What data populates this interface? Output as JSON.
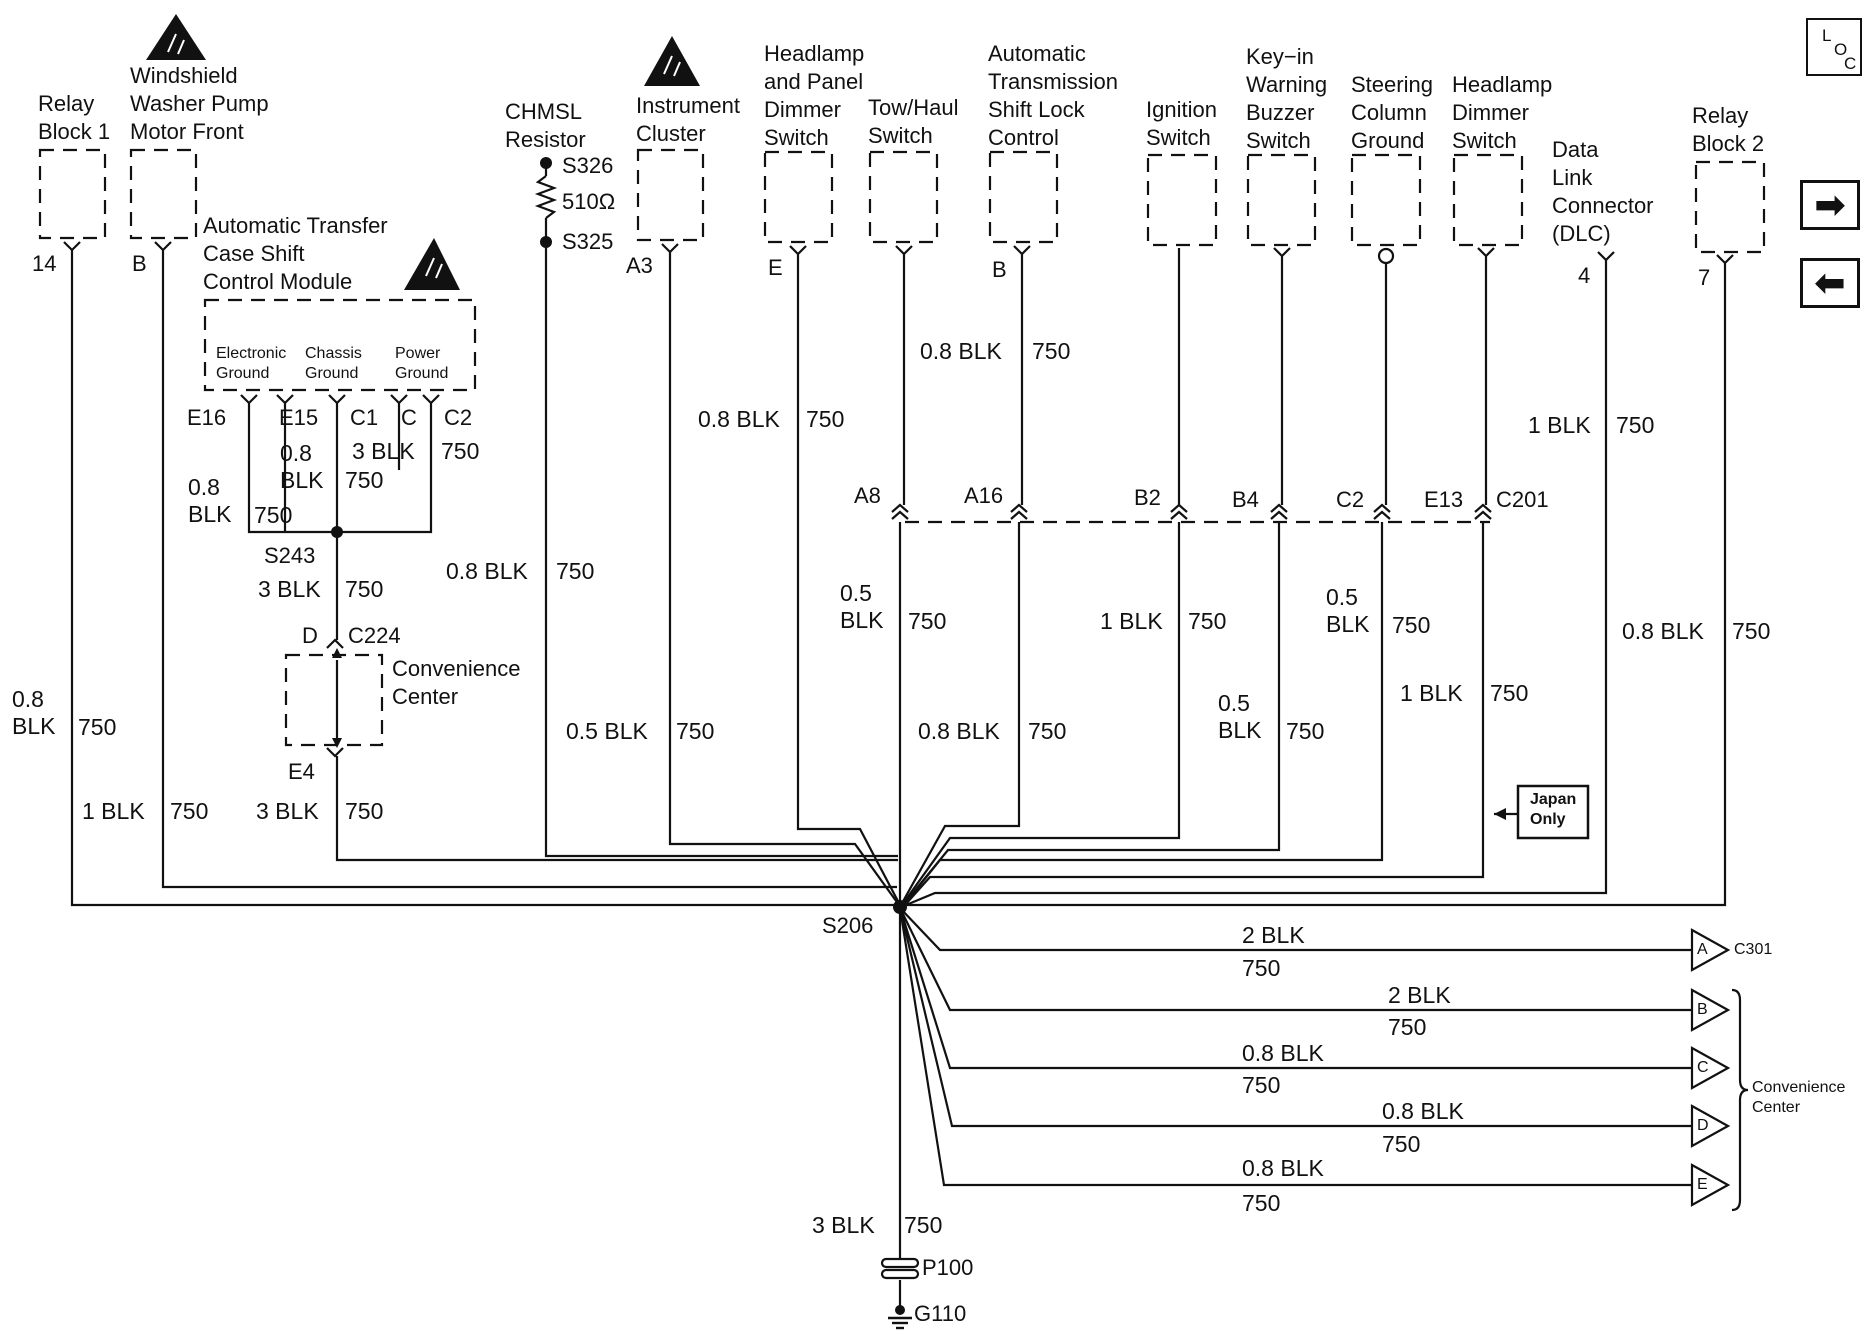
{
  "nav": {
    "loc_l": "L",
    "loc_o": "O",
    "loc_c": "C",
    "next": "➡",
    "prev": "⬅"
  },
  "components": {
    "relay_block_1": "Relay\nBlock 1",
    "washer_pump": "Windshield\nWasher Pump\nMotor Front",
    "transfer_case": "Automatic Transfer\nCase Shift\nControl Module",
    "chmsl": "CHMSL\nResistor",
    "instrument_cluster": "Instrument\nCluster",
    "headlamp_panel_dimmer": "Headlamp\nand Panel\nDimmer\nSwitch",
    "tow_haul": "Tow/Haul\nSwitch",
    "trans_shift_lock": "Automatic\nTransmission\nShift Lock\nControl",
    "ignition": "Ignition\nSwitch",
    "keyin_buzzer": "Key−in\nWarning\nBuzzer\nSwitch",
    "steering_ground": "Steering\nColumn\nGround",
    "headlamp_dimmer": "Headlamp\nDimmer\nSwitch",
    "dlc": "Data\nLink\nConnector\n(DLC)",
    "relay_block_2": "Relay\nBlock 2",
    "convenience_center": "Convenience\nCenter",
    "convenience_center_small": "Convenience\nCenter",
    "japan_only": "Japan\nOnly"
  },
  "grounds": {
    "electronic": "Electronic\nGround",
    "chassis": "Chassis\nGround",
    "power": "Power\nGround"
  },
  "pins": {
    "p14": "14",
    "pB1": "B",
    "pA3": "A3",
    "pE": "E",
    "pB2": "B",
    "p4": "4",
    "p7": "7",
    "pE16": "E16",
    "pE15": "E15",
    "pC1": "C1",
    "pC": "C",
    "pC2": "C2",
    "pD": "D",
    "pE4": "E4",
    "pA8": "A8",
    "pA16": "A16",
    "pB2c": "B2",
    "pB4": "B4",
    "pC2c": "C2",
    "pE13": "E13"
  },
  "splices": {
    "s326": "S326",
    "r510": "510Ω",
    "s325": "S325",
    "s243": "S243",
    "s206": "S206",
    "c224": "C224",
    "c201": "C201",
    "c301": "C301",
    "p100": "P100",
    "g110": "G110"
  },
  "wires": {
    "w_rb1": "0.8\nBLK",
    "w_rb1_c": "750",
    "w_wp": "1 BLK",
    "w_wp_c": "750",
    "w_tc_a": "0.8\nBLK",
    "w_tc_a_c": "750",
    "w_tc_b": "0.8\nBLK",
    "w_tc_b_c": "750",
    "w_tc_c": "3 BLK",
    "w_tc_c_c": "750",
    "w_tc_d": "750",
    "w_s243": "3 BLK",
    "w_s243_c": "750",
    "w_e4": "3 BLK",
    "w_e4_c": "750",
    "w_chmsl": "0.8 BLK",
    "w_chmsl_c": "750",
    "w_ic": "0.5 BLK",
    "w_ic_c": "750",
    "w_hpd": "0.8 BLK",
    "w_hpd_c": "750",
    "w_th_up": "0.8 BLK",
    "w_th_up_c": "750",
    "w_th_dn": "0.5\nBLK",
    "w_th_dn_c": "750",
    "w_tsl": "0.8 BLK",
    "w_tsl_c": "750",
    "w_ign": "1 BLK",
    "w_ign_c": "750",
    "w_key": "0.5\nBLK",
    "w_key_c": "750",
    "w_steer": "0.5\nBLK",
    "w_steer_c": "750",
    "w_hd_up": "1 BLK",
    "w_hd_up_c": "750",
    "w_hd_dn": "1 BLK",
    "w_hd_dn_c": "750",
    "w_rb2": "0.8 BLK",
    "w_rb2_c": "750",
    "w_ra": "2 BLK",
    "w_ra_c": "750",
    "w_rb": "2 BLK",
    "w_rb_c": "750",
    "w_rc": "0.8 BLK",
    "w_rc_c": "750",
    "w_rd": "0.8 BLK",
    "w_rd_c": "750",
    "w_re": "0.8 BLK",
    "w_re_c": "750",
    "w_g": "3 BLK",
    "w_g_c": "750"
  },
  "arrows": {
    "a": "A",
    "b": "B",
    "c": "C",
    "d": "D",
    "e": "E"
  }
}
